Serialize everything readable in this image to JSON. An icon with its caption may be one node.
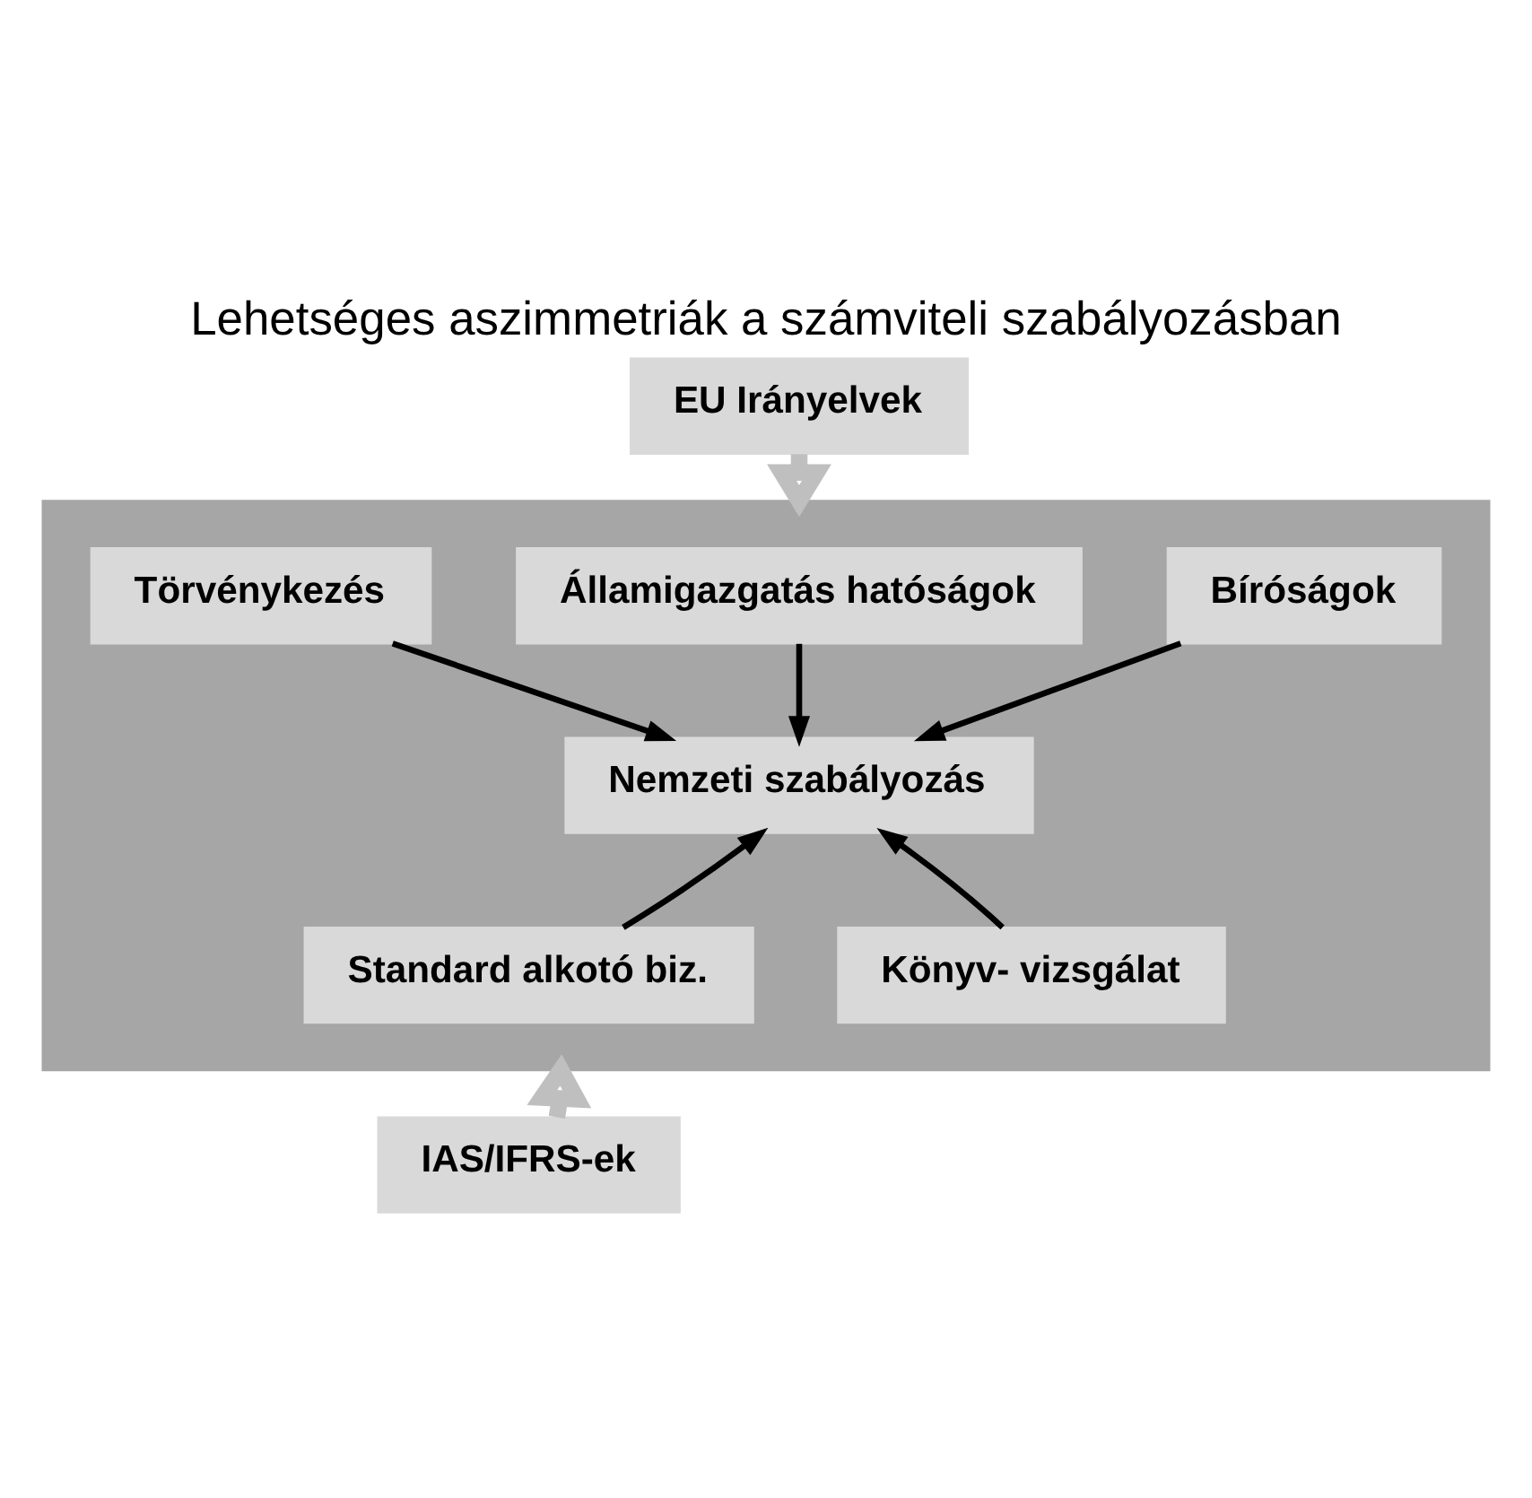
{
  "diagram": {
    "title": "Lehetséges aszimmetriák a számviteli szabályozásban",
    "nodes": [
      {
        "text": [
          "EU Irányelvek"
        ]
      },
      {
        "text": [],
        "shape": "box"
      },
      {
        "text": [
          "Törvénykezés"
        ],
        "in": 1
      },
      {
        "text": [
          "Államigazgatás hatóságok"
        ],
        "in": 1
      },
      {
        "text": [
          "Bíróságok"
        ],
        "in": 1
      },
      {
        "text": [
          "Nemzeti szabályozás"
        ],
        "in": 1
      },
      {
        "text": [
          "Standard alkotó biz."
        ],
        "in": 1
      },
      {
        "text": [
          "Könyv- vizsgálat"
        ],
        "in": 1
      },
      {
        "text": [
          "IAS/IFRS-ek"
        ]
      }
    ],
    "edges": [
      {
        "from": 0,
        "to": 1,
        "arrow": "to",
        "style": "thick",
        "color": "#bfbfbf"
      },
      {
        "from": 2,
        "to": 5,
        "arrow": "to"
      },
      {
        "from": 3,
        "to": 5,
        "arrow": "to"
      },
      {
        "from": 4,
        "to": 5,
        "arrow": "to"
      },
      {
        "from": 6,
        "to": 5,
        "arrow": "to"
      },
      {
        "from": 7,
        "to": 5,
        "arrow": "to"
      },
      {
        "from": 8,
        "to": 1,
        "arrow": "to",
        "style": "thick",
        "color": "#bfbfbf"
      }
    ]
  }
}
